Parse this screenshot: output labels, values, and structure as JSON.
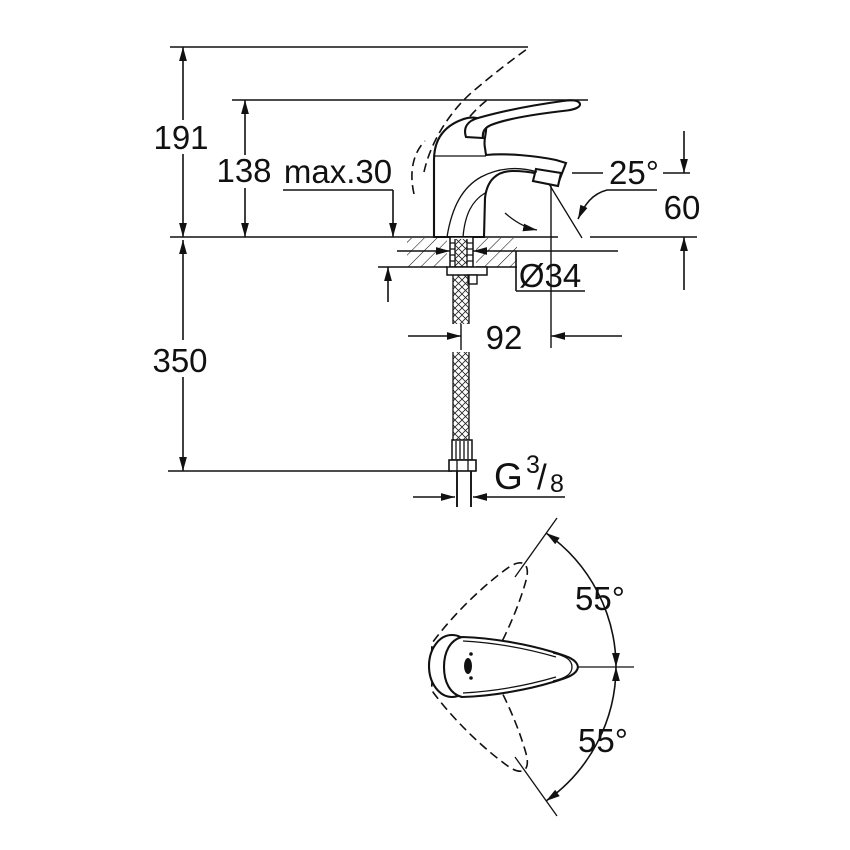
{
  "drawing": {
    "dims": {
      "overall_height": "191",
      "handle_height": "138",
      "max_deck_thickness": "max.30",
      "stream_angle": "25°",
      "spout_height": "60",
      "hole_diameter": "Ø34",
      "spout_reach": "92",
      "hose_length": "350",
      "swivel_angle_up": "55°",
      "swivel_angle_down": "55°"
    },
    "thread": {
      "g": "G",
      "numerator": "3",
      "slash": "/",
      "denominator": "8"
    },
    "colors": {
      "line": "#111111",
      "background": "#ffffff"
    }
  }
}
